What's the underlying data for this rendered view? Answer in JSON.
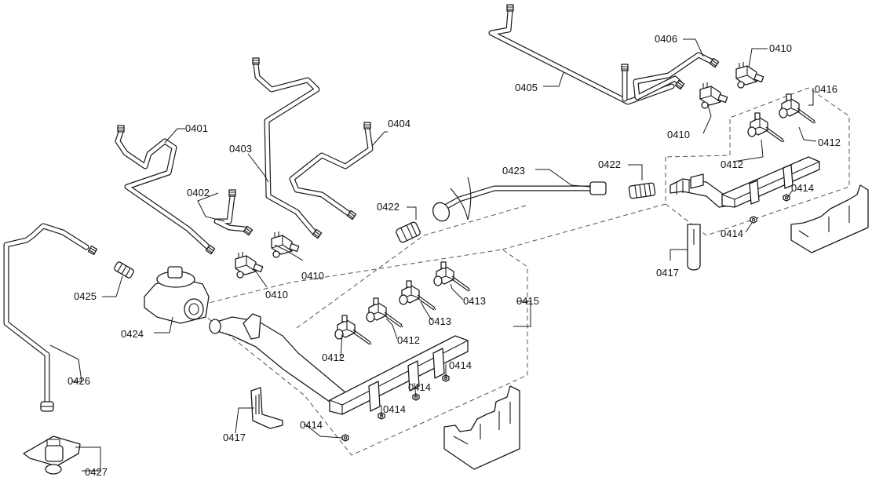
{
  "diagram": {
    "labels": {
      "p0401": "0401",
      "p0402": "0402",
      "p0403": "0403",
      "p0404": "0404",
      "p0405": "0405",
      "p0406": "0406",
      "p0410a": "0410",
      "p0410b": "0410",
      "p0410c": "0410",
      "p0410d": "0410",
      "p0412a": "0412",
      "p0412b": "0412",
      "p0412c": "0412",
      "p0412d": "0412",
      "p0413a": "0413",
      "p0413b": "0413",
      "p0414a": "0414",
      "p0414b": "0414",
      "p0414c": "0414",
      "p0414d": "0414",
      "p0414e": "0414",
      "p0414f": "0414",
      "p0415": "0415",
      "p0416": "0416",
      "p0417a": "0417",
      "p0417b": "0417",
      "p0422a": "0422",
      "p0422b": "0422",
      "p0423": "0423",
      "p0424": "0424",
      "p0425": "0425",
      "p0426": "0426",
      "p0427": "0427"
    }
  }
}
